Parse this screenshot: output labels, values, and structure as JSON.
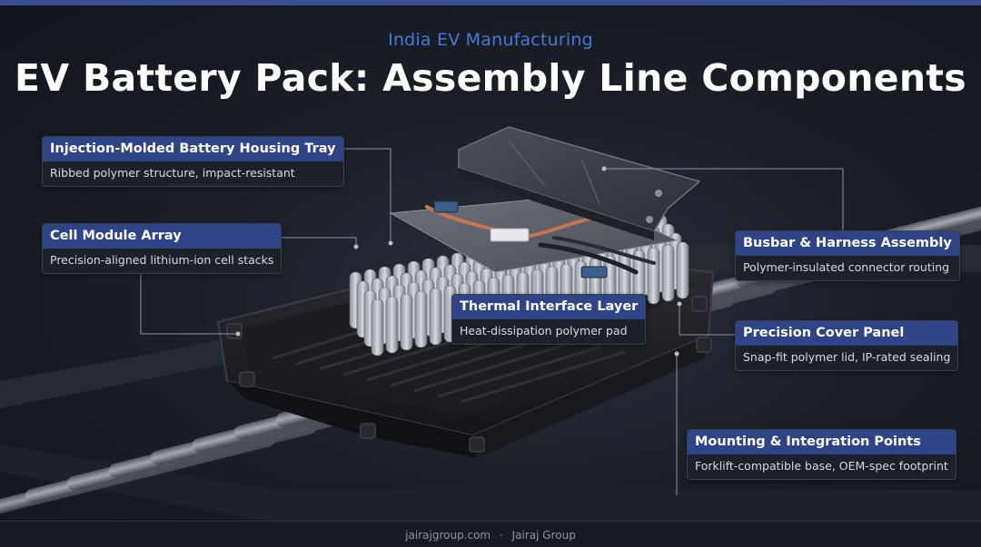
{
  "header": {
    "subtitle": "India EV Manufacturing",
    "title": "EV Battery Pack: Assembly Line Components"
  },
  "callouts": [
    {
      "title": "Injection-Molded Battery Housing Tray",
      "desc": "Ribbed polymer structure, impact-resistant"
    },
    {
      "title": "Cell Module Array",
      "desc": "Precision-aligned lithium-ion cell stacks"
    },
    {
      "title": "Thermal Interface Layer",
      "desc": "Heat-dissipation polymer pad"
    },
    {
      "title": "Busbar & Harness Assembly",
      "desc": "Polymer-insulated connector routing"
    },
    {
      "title": "Precision Cover Panel",
      "desc": "Snap-fit polymer lid, IP-rated sealing"
    },
    {
      "title": "Mounting & Integration Points",
      "desc": "Forklift-compatible base, OEM-spec footprint"
    }
  ],
  "footer": {
    "site": "jairajgroup.com",
    "separator": "·",
    "company": "Jairaj Group"
  },
  "colors": {
    "accent_blue": "#4a78d6",
    "callout_header": "#2f4387",
    "background": "#1b1f28"
  }
}
